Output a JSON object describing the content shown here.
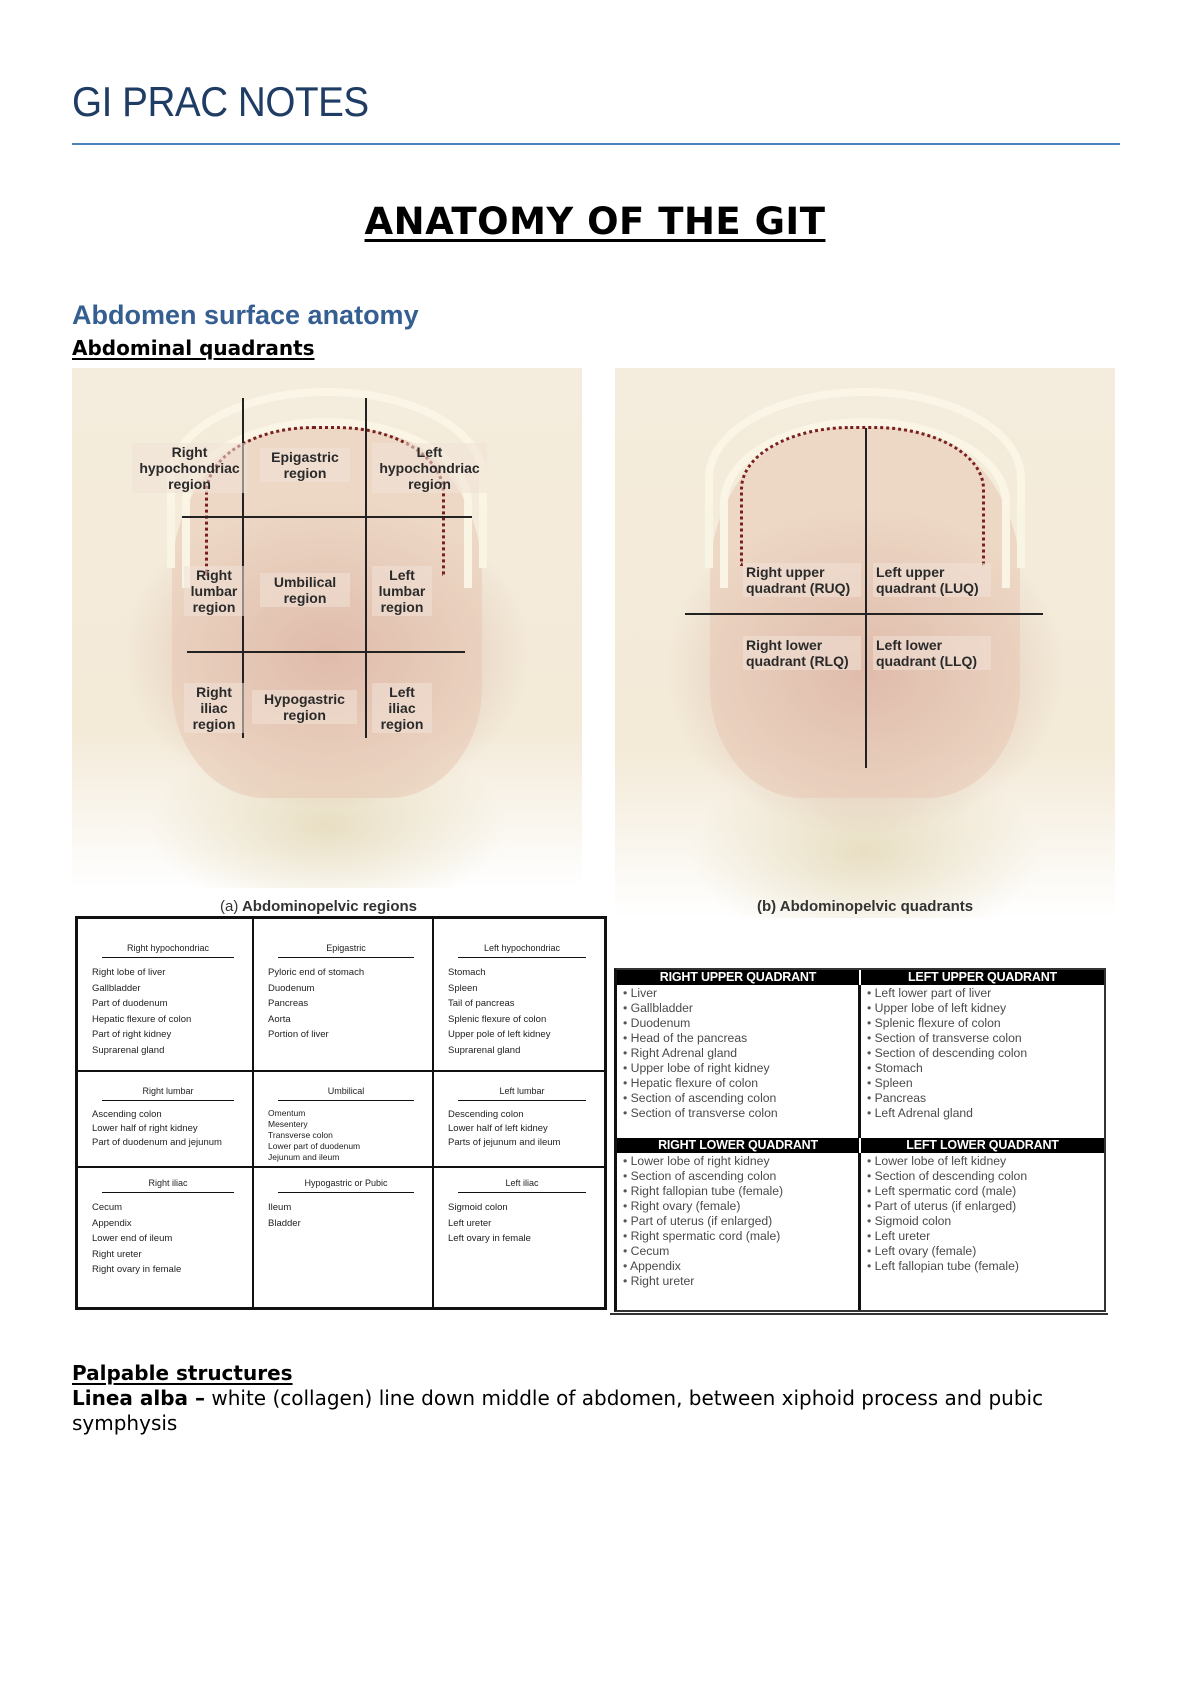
{
  "document": {
    "title": "GI PRAC NOTES",
    "main_heading": "ANATOMY OF THE GIT",
    "section_heading": "Abdomen surface anatomy",
    "sub_heading": "Abdominal quadrants"
  },
  "figure_a": {
    "caption_part": "(a)",
    "caption_text": "Abdominopelvic regions",
    "labels": {
      "right_hypochondriac": "Right\nhypochondriac\nregion",
      "epigastric": "Epigastric\nregion",
      "left_hypochondriac": "Left\nhypochondriac\nregion",
      "right_lumbar": "Right\nlumbar\nregion",
      "umbilical": "Umbilical\nregion",
      "left_lumbar": "Left\nlumbar\nregion",
      "right_iliac": "Right\niliac\nregion",
      "hypogastric": "Hypogastric\nregion",
      "left_iliac": "Left\niliac\nregion"
    }
  },
  "figure_b": {
    "caption_part": "(b)",
    "caption_text": "Abdominopelvic quadrants",
    "labels": {
      "ruq": "Right upper\nquadrant (RUQ)",
      "luq": "Left upper\nquadrant (LUQ)",
      "rlq": "Right lower\nquadrant (RLQ)",
      "llq": "Left lower\nquadrant (LLQ)"
    }
  },
  "regions_table": {
    "cells": [
      {
        "heading": "Right hypochondriac",
        "items": [
          "Right lobe of liver",
          "Gallbladder",
          "Part of duodenum",
          "Hepatic flexure of colon",
          "Part of right kidney",
          "Suprarenal gland"
        ]
      },
      {
        "heading": "Epigastric",
        "items": [
          "Pyloric end of stomach",
          "Duodenum",
          "Pancreas",
          "Aorta",
          "Portion of liver"
        ]
      },
      {
        "heading": "Left hypochondriac",
        "items": [
          "Stomach",
          "Spleen",
          "Tail of pancreas",
          "Splenic flexure of colon",
          "Upper pole of left kidney",
          "Suprarenal gland"
        ]
      },
      {
        "heading": "Right lumbar",
        "items": [
          "Ascending colon",
          "Lower half of right kidney",
          "Part of duodenum and jejunum"
        ]
      },
      {
        "heading": "Umbilical",
        "items": [
          "Omentum",
          "Mesentery",
          "Transverse colon",
          "Lower part of duodenum",
          "Jejunum and ileum"
        ]
      },
      {
        "heading": "Left lumbar",
        "items": [
          "Descending colon",
          "Lower half of left kidney",
          "Parts of jejunum and ileum"
        ]
      },
      {
        "heading": "Right iliac",
        "items": [
          "Cecum",
          "Appendix",
          "Lower end of ileum",
          "Right ureter",
          "Right ovary in female"
        ]
      },
      {
        "heading": "Hypogastric or Pubic",
        "items": [
          "Ileum",
          "Bladder"
        ]
      },
      {
        "heading": "Left iliac",
        "items": [
          "Sigmoid colon",
          "Left ureter",
          "Left ovary in female"
        ]
      }
    ]
  },
  "quadrants_table": {
    "ruq": {
      "heading": "RIGHT UPPER QUADRANT",
      "items": [
        "Liver",
        "Gallbladder",
        "Duodenum",
        "Head of the pancreas",
        "Right Adrenal gland",
        "Upper lobe of right kidney",
        "Hepatic flexure of colon",
        "Section of ascending colon",
        "Section of transverse colon"
      ]
    },
    "luq": {
      "heading": "LEFT UPPER QUADRANT",
      "items": [
        "Left lower part of liver",
        "Upper lobe of left kidney",
        "Splenic flexure of colon",
        "Section of transverse colon",
        "Section of descending colon",
        "Stomach",
        "Spleen",
        "Pancreas",
        "Left Adrenal gland"
      ]
    },
    "rlq": {
      "heading": "RIGHT LOWER QUADRANT",
      "items": [
        "Lower lobe of right kidney",
        "Section of ascending colon",
        "Right fallopian tube (female)",
        "Right ovary (female)",
        "Part of uterus (if enlarged)",
        "Right spermatic cord (male)",
        "Cecum",
        "Appendix",
        "Right ureter"
      ]
    },
    "llq": {
      "heading": "LEFT LOWER QUADRANT",
      "items": [
        "Lower lobe of left kidney",
        "Section of descending colon",
        "Left spermatic cord (male)",
        "Part of uterus (if enlarged)",
        "Sigmoid colon",
        "Left ureter",
        "Left ovary (female)",
        "Left fallopian tube (female)"
      ]
    }
  },
  "palpable": {
    "heading": "Palpable structures",
    "term": "Linea alba –",
    "definition": " white (collagen) line down middle of abdomen, between xiphoid process and pubic symphysis"
  },
  "colors": {
    "title": "#1f3c64",
    "title_rule": "#4f81bd",
    "section_heading": "#365f91"
  }
}
